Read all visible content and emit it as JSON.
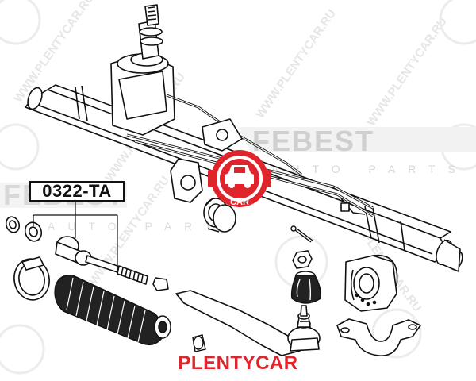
{
  "part_label": "0322-TA",
  "footer_text": "PLENTYCAR",
  "watermark": {
    "brand": "FEBEST",
    "tagline": "AUTO PARTS",
    "diagonal_text": "WWW.PLENTYCAR.RU",
    "badge_text": "CAR"
  },
  "colors": {
    "accent_red": "#e0242b",
    "line": "#111111",
    "watermark_gray": "#d9d9d9"
  },
  "icons": {
    "badge": "car-icon"
  }
}
